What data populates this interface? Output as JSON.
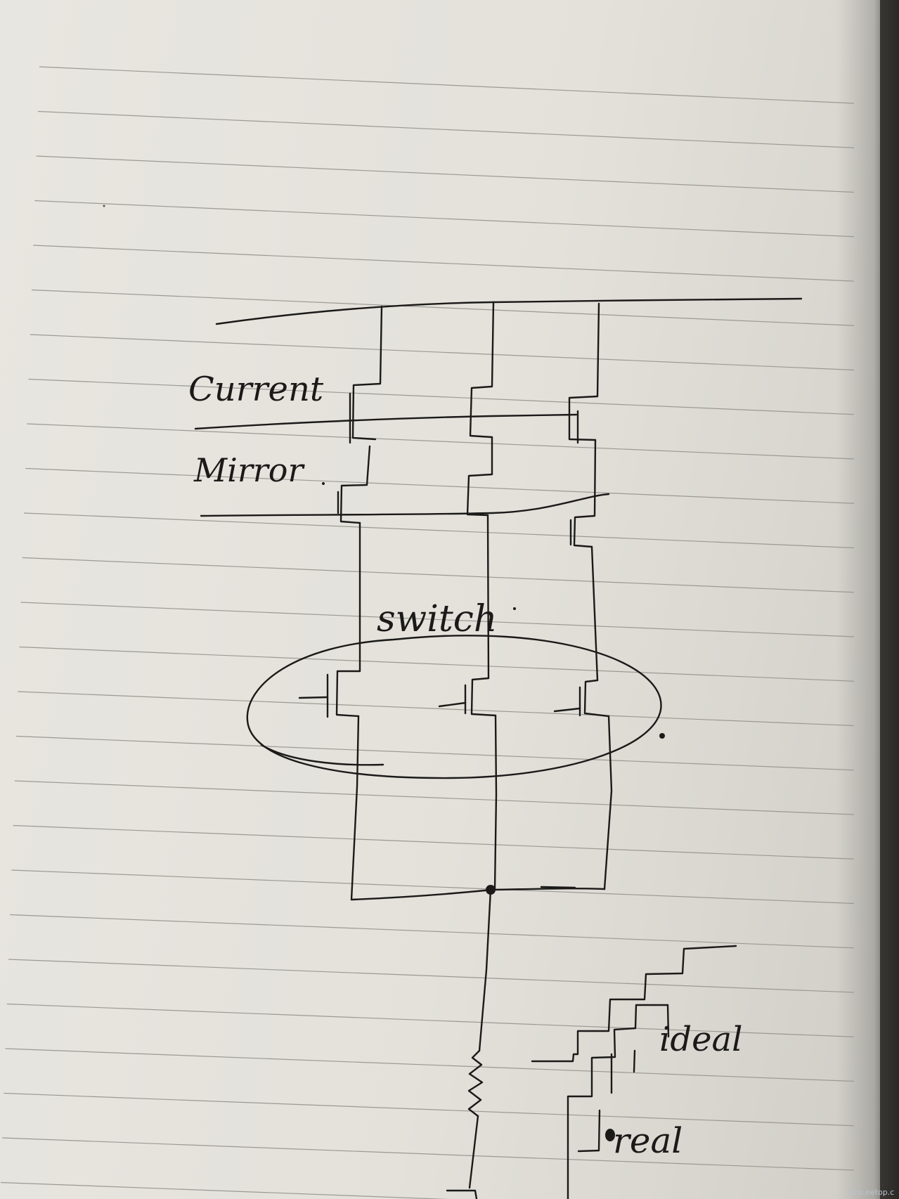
{
  "labels": {
    "current": "Current",
    "mirror": "Mirror",
    "switch": "switch",
    "ideal": "ideal",
    "real": "real"
  },
  "watermark": "bbs.eetop.c",
  "colors": {
    "paper": "#e6e4de",
    "ink": "#1b1a19",
    "rule": "#9a9993"
  },
  "elements": {
    "branches": [
      "branch-left",
      "branch-middle",
      "branch-right"
    ],
    "components": [
      "current-mirror-transistors",
      "switch-transistors",
      "output-node",
      "resistor",
      "staircase-waveform"
    ]
  }
}
